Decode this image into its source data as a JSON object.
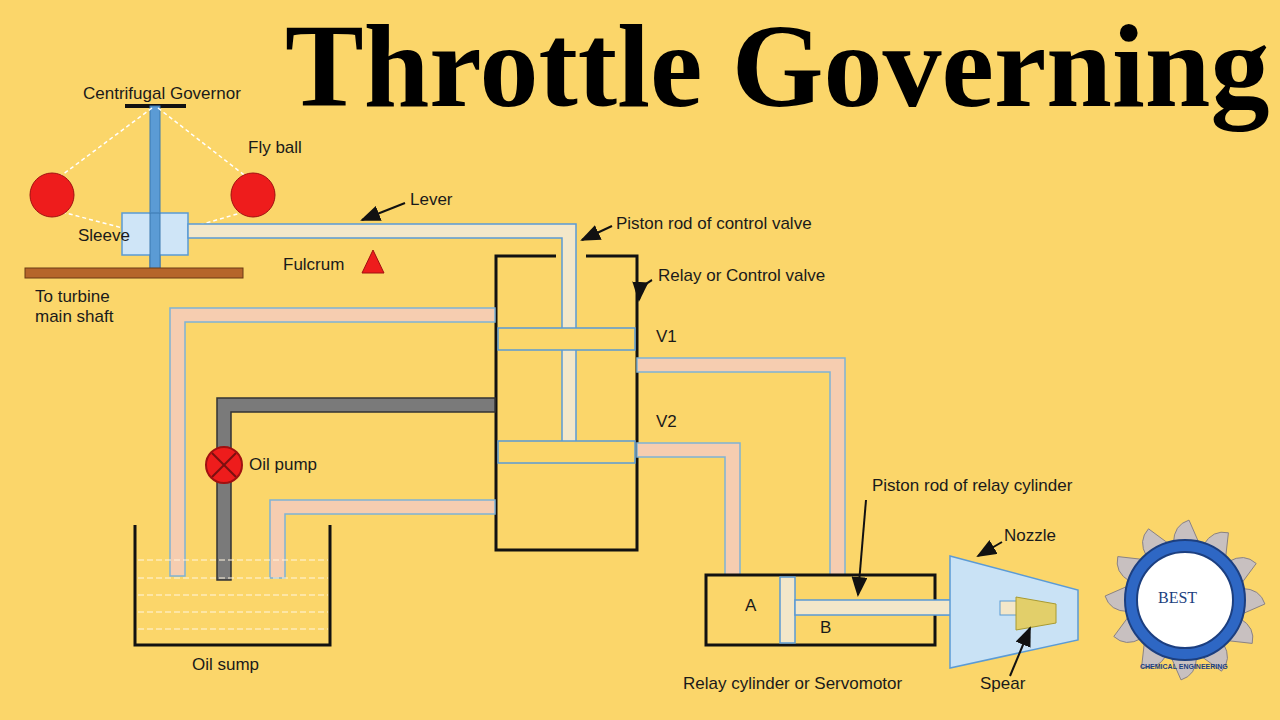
{
  "diagram": {
    "title": "Throttle Governing",
    "labels": [
      "Centrifugal Governor",
      "Fly ball",
      "Sleeve",
      "To turbine main shaft",
      "Lever",
      "Fulcrum",
      "Piston rod of control valve",
      "Relay or Control valve",
      "V1",
      "V2",
      "Oil pump",
      "Oil sump",
      "Piston rod of relay cylinder",
      "Nozzle",
      "A",
      "B",
      "Relay cylinder or Servomotor",
      "Spear",
      "BEST",
      "CHEMICAL ENGINEERING"
    ]
  }
}
